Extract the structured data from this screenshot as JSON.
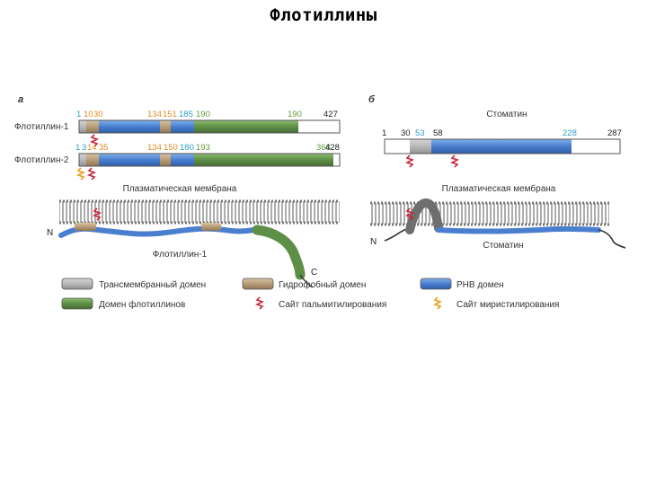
{
  "slide": {
    "title": "Флотиллины"
  },
  "panel_a": {
    "letter": "а",
    "protein1": {
      "name": "Флотиллин-1",
      "numbers": {
        "n1": "1",
        "n2": "10",
        "n3": "30",
        "n4": "134",
        "n5": "151",
        "n6": "185",
        "n7": "190",
        "n8": "190",
        "n9": "427"
      }
    },
    "protein2": {
      "name": "Флотиллин-2",
      "numbers": {
        "n1": "1",
        "n2": "3",
        "n3": "14",
        "n4": "35",
        "n5": "134",
        "n6": "150",
        "n7": "180",
        "n8": "193",
        "n9": "366",
        "n10": "428"
      }
    },
    "membrane_title": "Плазматическая мембрана",
    "n_label": "N",
    "c_label": "C",
    "protein_label": "Флотиллин-1"
  },
  "panel_b": {
    "letter": "б",
    "protein": {
      "name": "Стоматин",
      "numbers": {
        "n1": "1",
        "n2": "30",
        "n3": "53",
        "n4": "58",
        "n5": "228",
        "n6": "287"
      }
    },
    "membrane_title": "Плазматическая мембрана",
    "n_label": "N",
    "protein_label": "Стоматин"
  },
  "legend": {
    "transmembrane": "Трансмембранный домен",
    "hydrophobic": "Гидрофобный домен",
    "phb": "PHB домен",
    "flotillin": "Домен флотиллинов",
    "palmitoylation": "Сайт пальмитилирования",
    "myristoylation": "Сайт миристилирования"
  },
  "colors": {
    "phb_blue": "#4a7fcf",
    "flotillin_green": "#5e8f47",
    "hydrophobic_tan": "#b79c78",
    "transmembrane_gray": "#b8b8b8",
    "palmitoyl_red": "#c8283c",
    "myristoyl_orange": "#e8a020",
    "num_cyan": "#2a9fc8",
    "num_orange": "#e08a28",
    "num_green": "#5f9c3a"
  }
}
